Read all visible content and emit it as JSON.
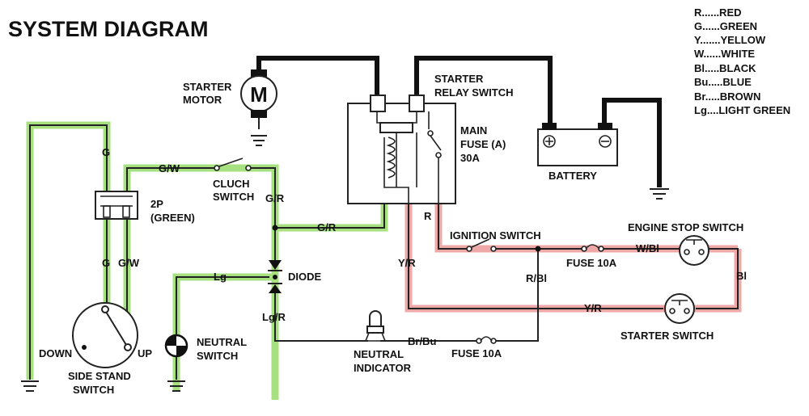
{
  "title": "SYSTEM DIAGRAM",
  "legend": [
    "R......RED",
    "G......GREEN",
    "Y.......YELLOW",
    "W......WHITE",
    "Bl.....BLACK",
    "Bu.....BLUE",
    "Br.....BROWN",
    "Lg....LIGHT GREEN"
  ],
  "components": {
    "starter_motor": [
      "STARTER",
      "MOTOR"
    ],
    "motor_symbol": "M",
    "starter_relay": [
      "STARTER",
      "RELAY SWITCH"
    ],
    "main_fuse": [
      "MAIN",
      "FUSE (A)",
      "30A"
    ],
    "battery": "BATTERY",
    "connector_2p": [
      "2P",
      "(GREEN)"
    ],
    "cluch_switch": [
      "CLUCH",
      "SWITCH"
    ],
    "diode": "DIODE",
    "neutral_switch": [
      "NEUTRAL",
      "SWITCH"
    ],
    "side_stand": [
      "SIDE STAND",
      "SWITCH"
    ],
    "side_stand_down": "DOWN",
    "side_stand_up": "UP",
    "neutral_indicator": [
      "NEUTRAL",
      "INDICATOR"
    ],
    "ignition_switch": "IGNITION SWITCH",
    "engine_stop": "ENGINE STOP SWITCH",
    "starter_switch": "STARTER SWITCH",
    "fuse_ignition": "FUSE 10A",
    "fuse_indicator": "FUSE 10A"
  },
  "wire_labels": {
    "g_left": "G",
    "g_lower": "G",
    "gw_lower": "G/W",
    "gw_top": "G/W",
    "gr_vertical": "G/R",
    "gr_horizontal": "G/R",
    "lg": "Lg",
    "lgr": "Lg/R",
    "brbu": "Br/Bu",
    "yr": "Y/R",
    "r": "R",
    "rbl": "R/Bl",
    "wbl": "W/Bl",
    "bl": "Bl",
    "yr_bottom": "Y/R"
  },
  "colors": {
    "green_highlight": "#a6e07f",
    "red_highlight": "#eea8a8",
    "ink": "#111111"
  }
}
